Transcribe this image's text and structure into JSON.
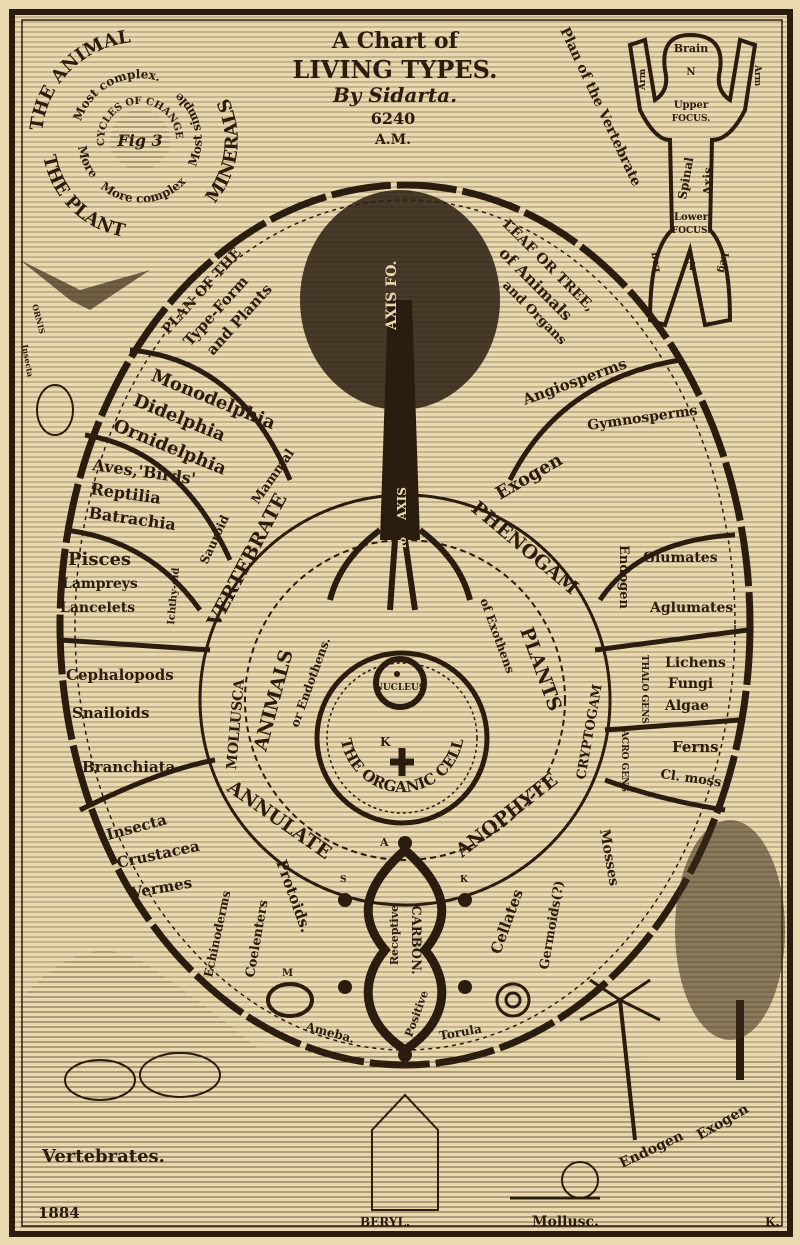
{
  "title": {
    "line1": "A Chart of",
    "line2": "LIVING TYPES.",
    "line3": "By Sidarta.",
    "line4": "6240",
    "line5": "A.M."
  },
  "cycles": {
    "animal": "THE ANIMAL",
    "plant": "THE PLANT",
    "minerals": "MINERALS",
    "most_complex": "Most complex.",
    "more_complex_left": "More",
    "more_complex": "More complex",
    "most_simple": "Most simple",
    "center_title": "CYCLES OF CHANGE",
    "fig": "Fig 3"
  },
  "vertebrate_plan": {
    "caption": "Plan of the Vertebrate",
    "brain": "Brain",
    "n": "N",
    "arm_left": "Arm",
    "arm_right": "Arm",
    "upper_focus_1": "Upper",
    "upper_focus_2": "FOCUS.",
    "spinal": "Spinal",
    "axis": "Axis",
    "lower_focus_1": "Lower",
    "lower_focus_2": "FOCUS.",
    "t": "T",
    "leg_left": "Leg",
    "leg_right": "Leg"
  },
  "side_labels": {
    "ornis": "ORNIS",
    "insecta": "Insecta"
  },
  "tree": {
    "plan_left_1": "PLAN OF THE",
    "plan_left_2": "Type-Form",
    "plan_left_3": "and Plants",
    "leaf_right_1": "LEAF OR TREE,",
    "leaf_right_2": "of Animals",
    "leaf_right_3": "and Organs",
    "axis_label": "AXIS FO.",
    "axis_lower": "AXIS",
    "axis_lower_fo": "fo"
  },
  "left_segments": [
    {
      "lines": [
        "Monodelphia",
        "Didelphia",
        "Ornidelphia"
      ],
      "tag": "Mammal"
    },
    {
      "lines": [
        "Aves,'Birds'",
        "Reptilia",
        "Batrachia"
      ],
      "tag": "Sauroid"
    },
    {
      "lines": [
        "Pisces",
        "Lampreys",
        "Lancelets"
      ],
      "tag": "Ichthy-oid"
    },
    {
      "lines": [
        "Cephalopods",
        "Snailoids",
        "Branchiata"
      ],
      "tag": "MOLLUSCA"
    },
    {
      "lines": [
        "Insecta",
        "Crustacea",
        "Vermes"
      ],
      "tag": ""
    }
  ],
  "right_segments": [
    {
      "lines": [
        "Angiosperms",
        "Gymnosperms"
      ],
      "tag": "Exogen"
    },
    {
      "lines": [
        "Glumates",
        "Aglumates"
      ],
      "tag": "Endogen"
    },
    {
      "lines": [
        "Lichens",
        "Fungi",
        "Algae"
      ],
      "tag": "THALO GENS"
    },
    {
      "lines": [
        "Ferns",
        "Cl. moss"
      ],
      "tag": "ACRO GENS"
    }
  ],
  "ring": {
    "vertebrate": "VERTEBRATE",
    "phenogam": "PHENOGAM",
    "annulate": "ANNULATE",
    "anophyte": "ANOPHYTE",
    "mollusca": "MOLLUSCA",
    "cryptogam": "CRYPTOGAM",
    "animals": "ANIMALS",
    "of_endothens": "or Endothens.",
    "plants": "PLANTS",
    "of_exothens": "of Exothens"
  },
  "cell": {
    "nucleus": "NUCLEUS",
    "title": "THE ORGANIC CELL",
    "k": "K"
  },
  "bottom_ring": {
    "echinoderms": "Echinoderms",
    "coelenters": "Coelenters",
    "protoids": "Protoids.",
    "ameba": "Ameba.",
    "m": "M",
    "cellates": "Cellates",
    "germoids": "Germoids(?)",
    "mosses": "Mosses",
    "torula": "Torula"
  },
  "carbon": {
    "a": "A",
    "s": "S",
    "k": "K",
    "receptive": "Receptive",
    "carbon": "CARBON.",
    "positive": "Positive"
  },
  "landscape": {
    "vertebrates": "Vertebrates.",
    "year": "1884",
    "beryl": "BERYL.",
    "mollusc": "Mollusc.",
    "endogen": "Endogen",
    "exogen": "Exogen",
    "k": "K."
  },
  "colors": {
    "paper": "#ead9ae",
    "ink": "#2a1d10"
  }
}
